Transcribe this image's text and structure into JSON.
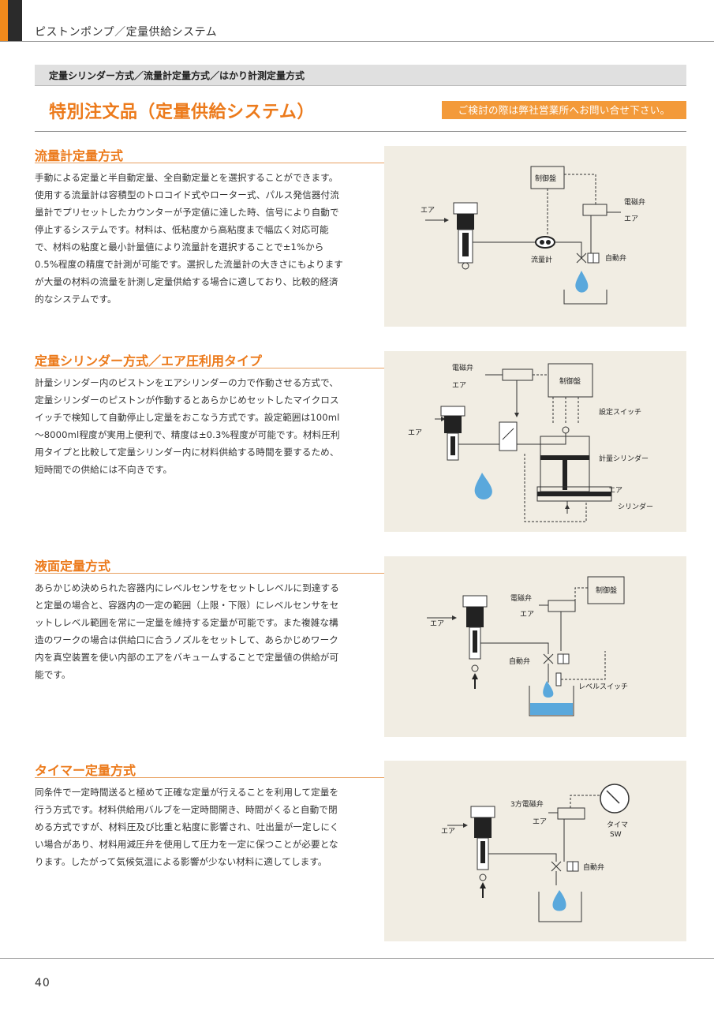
{
  "header": {
    "title": "ピストンポンプ／定量供給システム"
  },
  "banner": {
    "methods": "定量シリンダー方式／流量計定量方式／はかり計測定量方式"
  },
  "main": {
    "title": "特別注文品（定量供給システム）",
    "notice": "ご検討の際は弊社営業所へお問い合せ下さい。"
  },
  "sections": [
    {
      "title": "流量計定量方式",
      "body": "手動による定量と半自動定量、全自動定量とを選択することができます。使用する流量計は容積型のトロコイド式やローター式、パルス発信器付流量計でプリセットしたカウンターが予定値に達した時、信号により自動で停止するシステムです。材料は、低粘度から高粘度まで幅広く対応可能で、材料の粘度と最小計量値により流量計を選択することで±1%から0.5%程度の精度で計測が可能です。選択した流量計の大きさにもよりますが大量の材料の流量を計測し定量供給する場合に適しており、比較的経済的なシステムです。",
      "diagram": {
        "control": "制御盤",
        "solenoid": "電磁弁",
        "air1": "エア",
        "air2": "エア",
        "flowmeter": "流量計",
        "autovalve": "自動弁"
      }
    },
    {
      "title": "定量シリンダー方式／エア圧利用タイプ",
      "body": "計量シリンダー内のピストンをエアシリンダーの力で作動させる方式で、定量シリンダーのピストンが作動するとあらかじめセットしたマイクロスイッチで検知して自動停止し定量をおこなう方式です。設定範囲は100ml～8000ml程度が実用上便利で、精度は±0.3%程度が可能です。材料圧利用タイプと比較して定量シリンダー内に材料供給する時間を要するため、短時間での供給には不向きです。",
      "diagram": {
        "solenoid": "電磁弁",
        "air1": "エア",
        "control": "制御盤",
        "setswitch": "設定スイッチ",
        "air2": "エア",
        "meter_cyl": "計量シリンダー",
        "air3": "エア",
        "cylinder": "シリンダー"
      }
    },
    {
      "title": "液面定量方式",
      "body": "あらかじめ決められた容器内にレベルセンサをセットしレベルに到達すると定量の場合と、容器内の一定の範囲（上限・下限）にレベルセンサをセットしレベル範囲を常に一定量を維持する定量が可能です。また複雑な構造のワークの場合は供給口に合うノズルをセットして、あらかじめワーク内を真空装置を使い内部のエアをバキュームすることで定量値の供給が可能です。",
      "diagram": {
        "control": "制御盤",
        "solenoid": "電磁弁",
        "air1": "エア",
        "air2": "エア",
        "autovalve": "自動弁",
        "levelswitch": "レベルスイッチ"
      }
    },
    {
      "title": "タイマー定量方式",
      "body": "同条件で一定時間送ると極めて正確な定量が行えることを利用して定量を行う方式です。材料供給用バルブを一定時間開き、時間がくると自動で閉める方式ですが、材料圧及び比重と粘度に影響され、吐出量が一定しにくい場合があり、材料用減圧弁を使用して圧力を一定に保つことが必要となります。したがって気候気温による影響が少ない材料に適してします。",
      "diagram": {
        "solenoid3": "3方電磁弁",
        "air1": "エア",
        "air2": "エア",
        "timer": "タイマ",
        "sw": "SW",
        "autovalve": "自動弁"
      }
    }
  ],
  "footer": {
    "page": "40"
  },
  "colors": {
    "accent": "#ec7a1b",
    "panel": "#f1ede3",
    "water": "#5aa8dc"
  }
}
